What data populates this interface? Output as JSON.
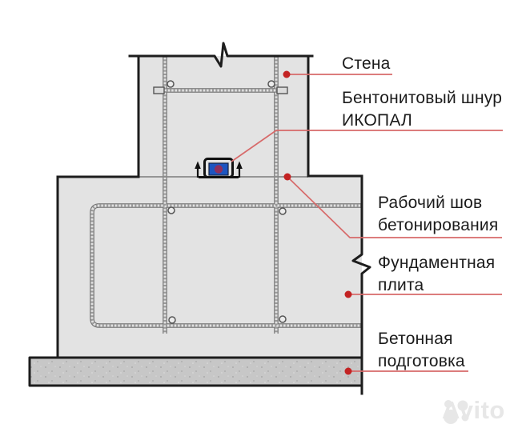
{
  "diagram": {
    "labels": {
      "wall": "Стена",
      "bentonite_cord": "Бентонитовый шнур\nИКОПАЛ",
      "working_joint": "Рабочий шов\nбетонирования",
      "foundation_slab": "Фундаментная\nплита",
      "concrete_prep": "Бетонная\nподготовка"
    },
    "colors": {
      "concrete_fill": "#e3e3e3",
      "prep_fill": "#c7c7c7",
      "outline": "#1d1d1d",
      "rebar_edge": "#6f6f6f",
      "leader_line": "#d76a6a",
      "leader_dot": "#c32323",
      "cord_blue": "#1d55c0",
      "cord_core": "#8e2f5e",
      "label_text": "#1b1b1b",
      "watermark_gray": "#e7e7e7"
    },
    "watermark": {
      "text": "Avito"
    }
  }
}
